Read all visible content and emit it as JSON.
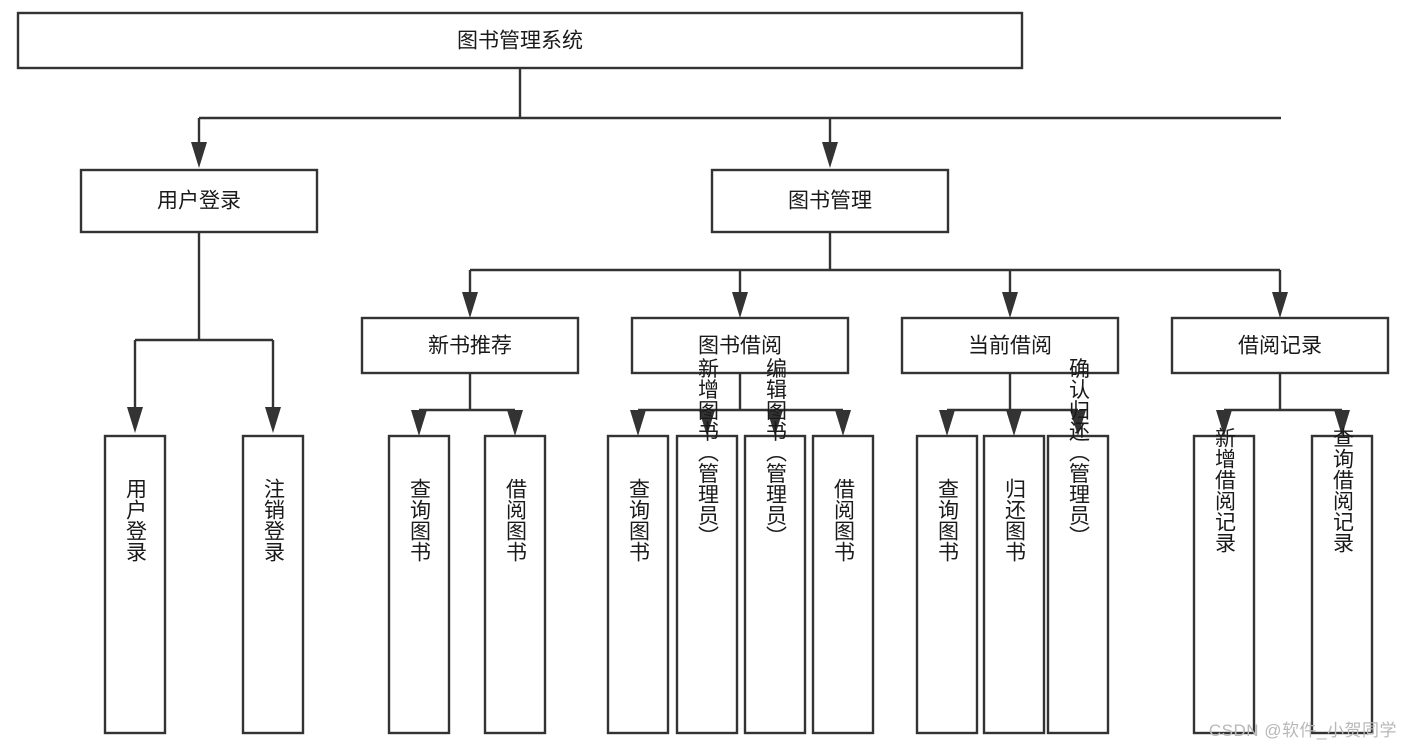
{
  "diagram": {
    "type": "tree",
    "title": "图书管理系统",
    "watermark": "CSDN @软件_小贺同学",
    "colors": {
      "stroke": "#333333",
      "fill": "#ffffff",
      "text": "#1a1a1a",
      "watermark": "#b8b8b8"
    },
    "nodes": {
      "root": "图书管理系统",
      "level2": [
        "用户登录",
        "图书管理"
      ],
      "level3": [
        "新书推荐",
        "图书借阅",
        "当前借阅",
        "借阅记录"
      ],
      "leaves_user_login": [
        "用户登录",
        "注销登录"
      ],
      "leaves_new_book": [
        "查询图书",
        "借阅图书"
      ],
      "leaves_borrow": [
        "查询图书",
        "新增图书（管理员）",
        "编辑图书（管理员）",
        "借阅图书"
      ],
      "leaves_current": [
        "查询图书",
        "归还图书",
        "确认归还（管理员）"
      ],
      "leaves_records": [
        "新增借阅记录",
        "查询借阅记录"
      ]
    }
  }
}
